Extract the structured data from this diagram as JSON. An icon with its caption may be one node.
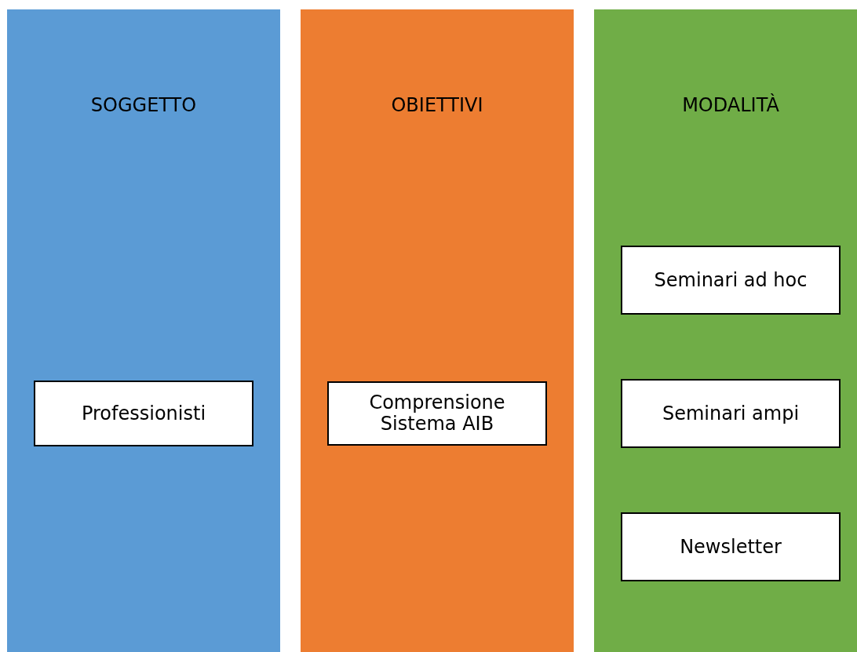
{
  "diagram": {
    "nodes": [
      {
        "text": [
          "SOGGETTO"
        ]
      },
      {
        "text": [
          "Professionisti"
        ],
        "in": 0
      },
      {
        "text": [
          "OBIETTIVI"
        ]
      },
      {
        "text": [
          "Comprensione Sistema AIB"
        ],
        "in": 2
      },
      {
        "text": [
          "MODALITÀ"
        ]
      },
      {
        "text": [
          "Seminari ad hoc"
        ],
        "in": 4
      },
      {
        "text": [
          "Seminari ampi"
        ],
        "in": 4
      },
      {
        "text": [
          "Newsletter"
        ],
        "in": 4
      }
    ]
  }
}
